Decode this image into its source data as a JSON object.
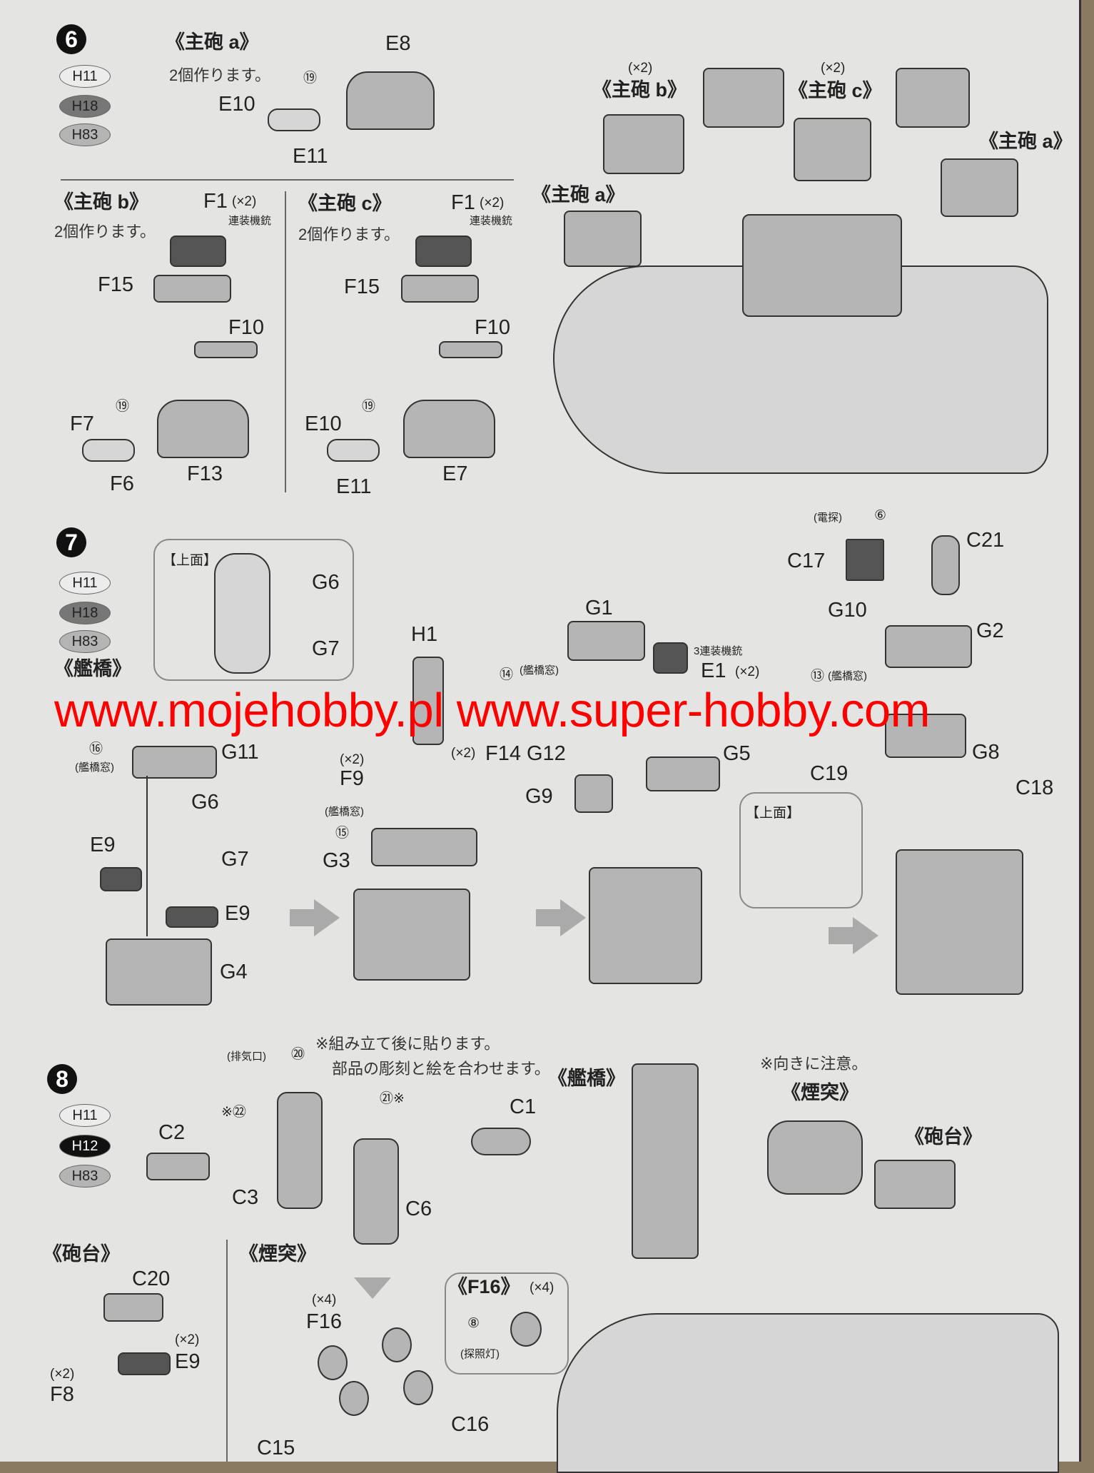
{
  "watermark": "www.mojehobby.pl www.super-hobby.com",
  "step6": {
    "number": "6",
    "paints": [
      "H11",
      "H18",
      "H83"
    ],
    "gun_a": {
      "title": "《主砲 a》",
      "note": "2個作ります。",
      "parts": {
        "e8": "E8",
        "e10": "E10",
        "e11": "E11",
        "decal": "⑲"
      }
    },
    "gun_b": {
      "title": "《主砲 b》",
      "note": "2個作ります。",
      "f1": "F1",
      "f1_qty": "(×2)",
      "f1_desc": "連装機銃",
      "f15": "F15",
      "f10": "F10",
      "f7": "F7",
      "decal": "⑲",
      "f6": "F6",
      "f13": "F13"
    },
    "gun_c": {
      "title": "《主砲 c》",
      "note": "2個作ります。",
      "f1": "F1",
      "f1_qty": "(×2)",
      "f1_desc": "連装機銃",
      "f15": "F15",
      "f10": "F10",
      "e10": "E10",
      "decal": "⑲",
      "e11": "E11",
      "e7": "E7"
    },
    "ship": {
      "qty_b": "(×2)",
      "label_b": "《主砲 b》",
      "qty_c": "(×2)",
      "label_c": "《主砲 c》",
      "label_a_right": "《主砲 a》",
      "label_a_left": "《主砲 a》"
    }
  },
  "step7": {
    "number": "7",
    "paints": [
      "H11",
      "H18",
      "H83"
    ],
    "top_view": {
      "label": "【上面】",
      "g6": "G6",
      "g7": "G7"
    },
    "bridge": {
      "title": "《艦橋》",
      "decal": "⑯",
      "window": "(艦橋窓)",
      "g11": "G11",
      "g6": "G6",
      "e9a": "E9",
      "g7": "G7",
      "e9b": "E9",
      "g4": "G4"
    },
    "stage2": {
      "h1": "H1",
      "f14_qty": "(×2)",
      "f14": "F14",
      "f9_qty": "(×2)",
      "f9": "F9",
      "window": "(艦橋窓)",
      "decal": "⑮",
      "g3": "G3"
    },
    "stage3": {
      "g1": "G1",
      "window": "(艦橋窓)",
      "decal": "⑭",
      "g12": "G12",
      "g9": "G9",
      "mg_desc": "3連装機銃",
      "e1": "E1",
      "e1_qty": "(×2)",
      "g5": "G5"
    },
    "stage4": {
      "radar": "(電探)",
      "decal6": "⑥",
      "c17": "C17",
      "c21": "C21",
      "g10": "G10",
      "g2": "G2",
      "window": "(艦橋窓)",
      "decal13": "⑬",
      "g8": "G8",
      "c19": "C19",
      "c18": "C18",
      "top_view": "【上面】"
    }
  },
  "step8": {
    "number": "8",
    "paints": [
      "H11",
      "H12",
      "H83"
    ],
    "note1": "※組み立て後に貼ります。",
    "note2": "部品の彫刻と絵を合わせます。",
    "funnel_parts": {
      "exhaust": "(排気口)",
      "decal20": "⑳",
      "decal22": "※㉒",
      "decal21": "㉑※",
      "c1": "C1",
      "c2": "C2",
      "c3": "C3",
      "c6": "C6"
    },
    "labels": {
      "bridge": "《艦橋》",
      "caution": "※向きに注意。",
      "funnel": "《煙突》",
      "mount": "《砲台》"
    },
    "mount": {
      "title": "《砲台》",
      "c20": "C20",
      "e9_qty": "(×2)",
      "e9": "E9",
      "f8_qty": "(×2)",
      "f8": "F8"
    },
    "funnel": {
      "title": "《煙突》",
      "f16_qty": "(×4)",
      "f16": "F16",
      "c15": "C15",
      "c16": "C16"
    },
    "searchlight": {
      "title": "《F16》",
      "qty": "(×4)",
      "decal": "⑧",
      "desc": "(探照灯)"
    }
  }
}
